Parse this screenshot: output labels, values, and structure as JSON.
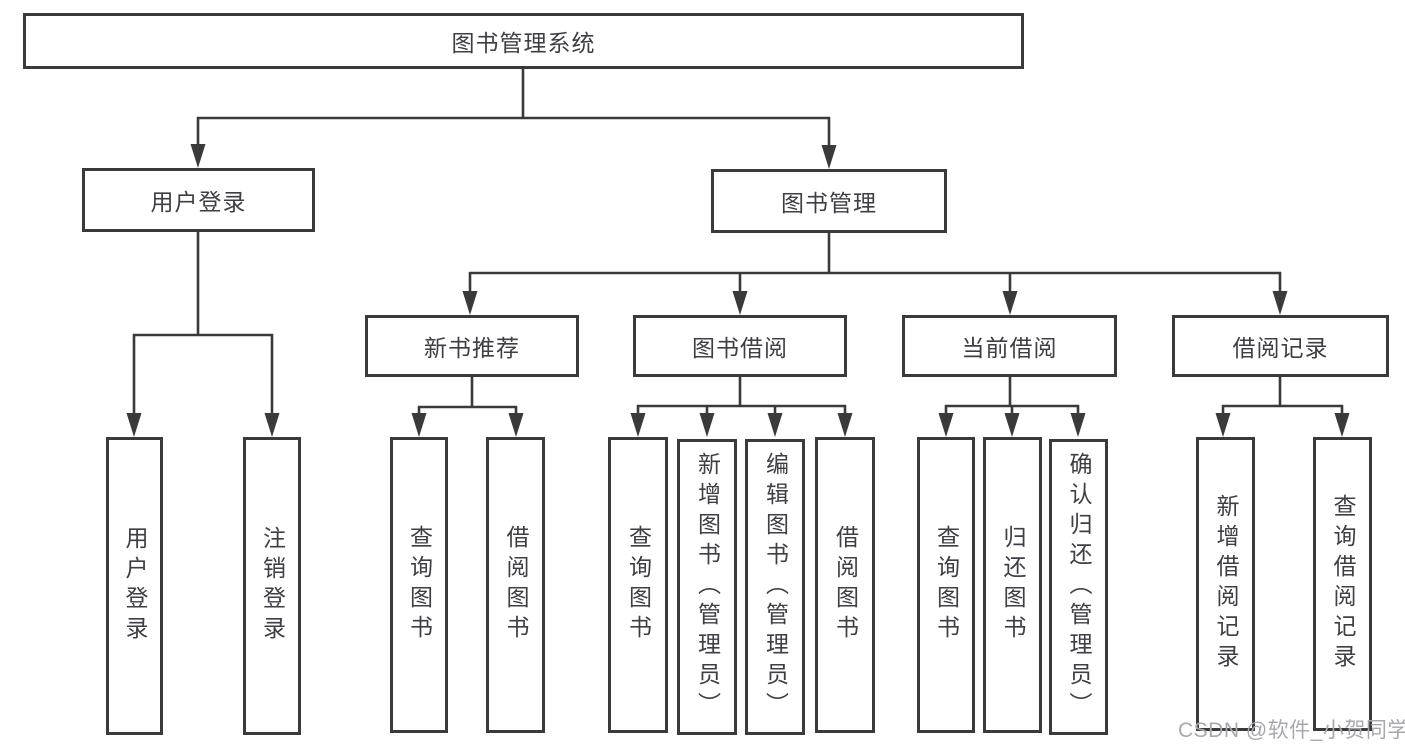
{
  "diagram": {
    "root": {
      "label": "图书管理系统"
    },
    "branches": [
      {
        "label": "用户登录",
        "children": [
          {
            "label": "用户登录"
          },
          {
            "label": "注销登录"
          }
        ]
      },
      {
        "label": "图书管理",
        "children": [
          {
            "label": "新书推荐",
            "children": [
              {
                "label": "查询图书"
              },
              {
                "label": "借阅图书"
              }
            ]
          },
          {
            "label": "图书借阅",
            "children": [
              {
                "label": "查询图书"
              },
              {
                "label": "新增图书（管理员）"
              },
              {
                "label": "编辑图书（管理员）"
              },
              {
                "label": "借阅图书"
              }
            ]
          },
          {
            "label": "当前借阅",
            "children": [
              {
                "label": "查询图书"
              },
              {
                "label": "归还图书"
              },
              {
                "label": "确认归还（管理员）"
              }
            ]
          },
          {
            "label": "借阅记录",
            "children": [
              {
                "label": "新增借阅记录"
              },
              {
                "label": "查询借阅记录"
              }
            ]
          }
        ]
      }
    ]
  },
  "watermark": {
    "text": "CSDN @软件_小贺同学"
  },
  "colors": {
    "line": "#3a3a3a",
    "text": "#3e3e44",
    "watermark": "#a8a8ad",
    "background": "#ffffff"
  }
}
